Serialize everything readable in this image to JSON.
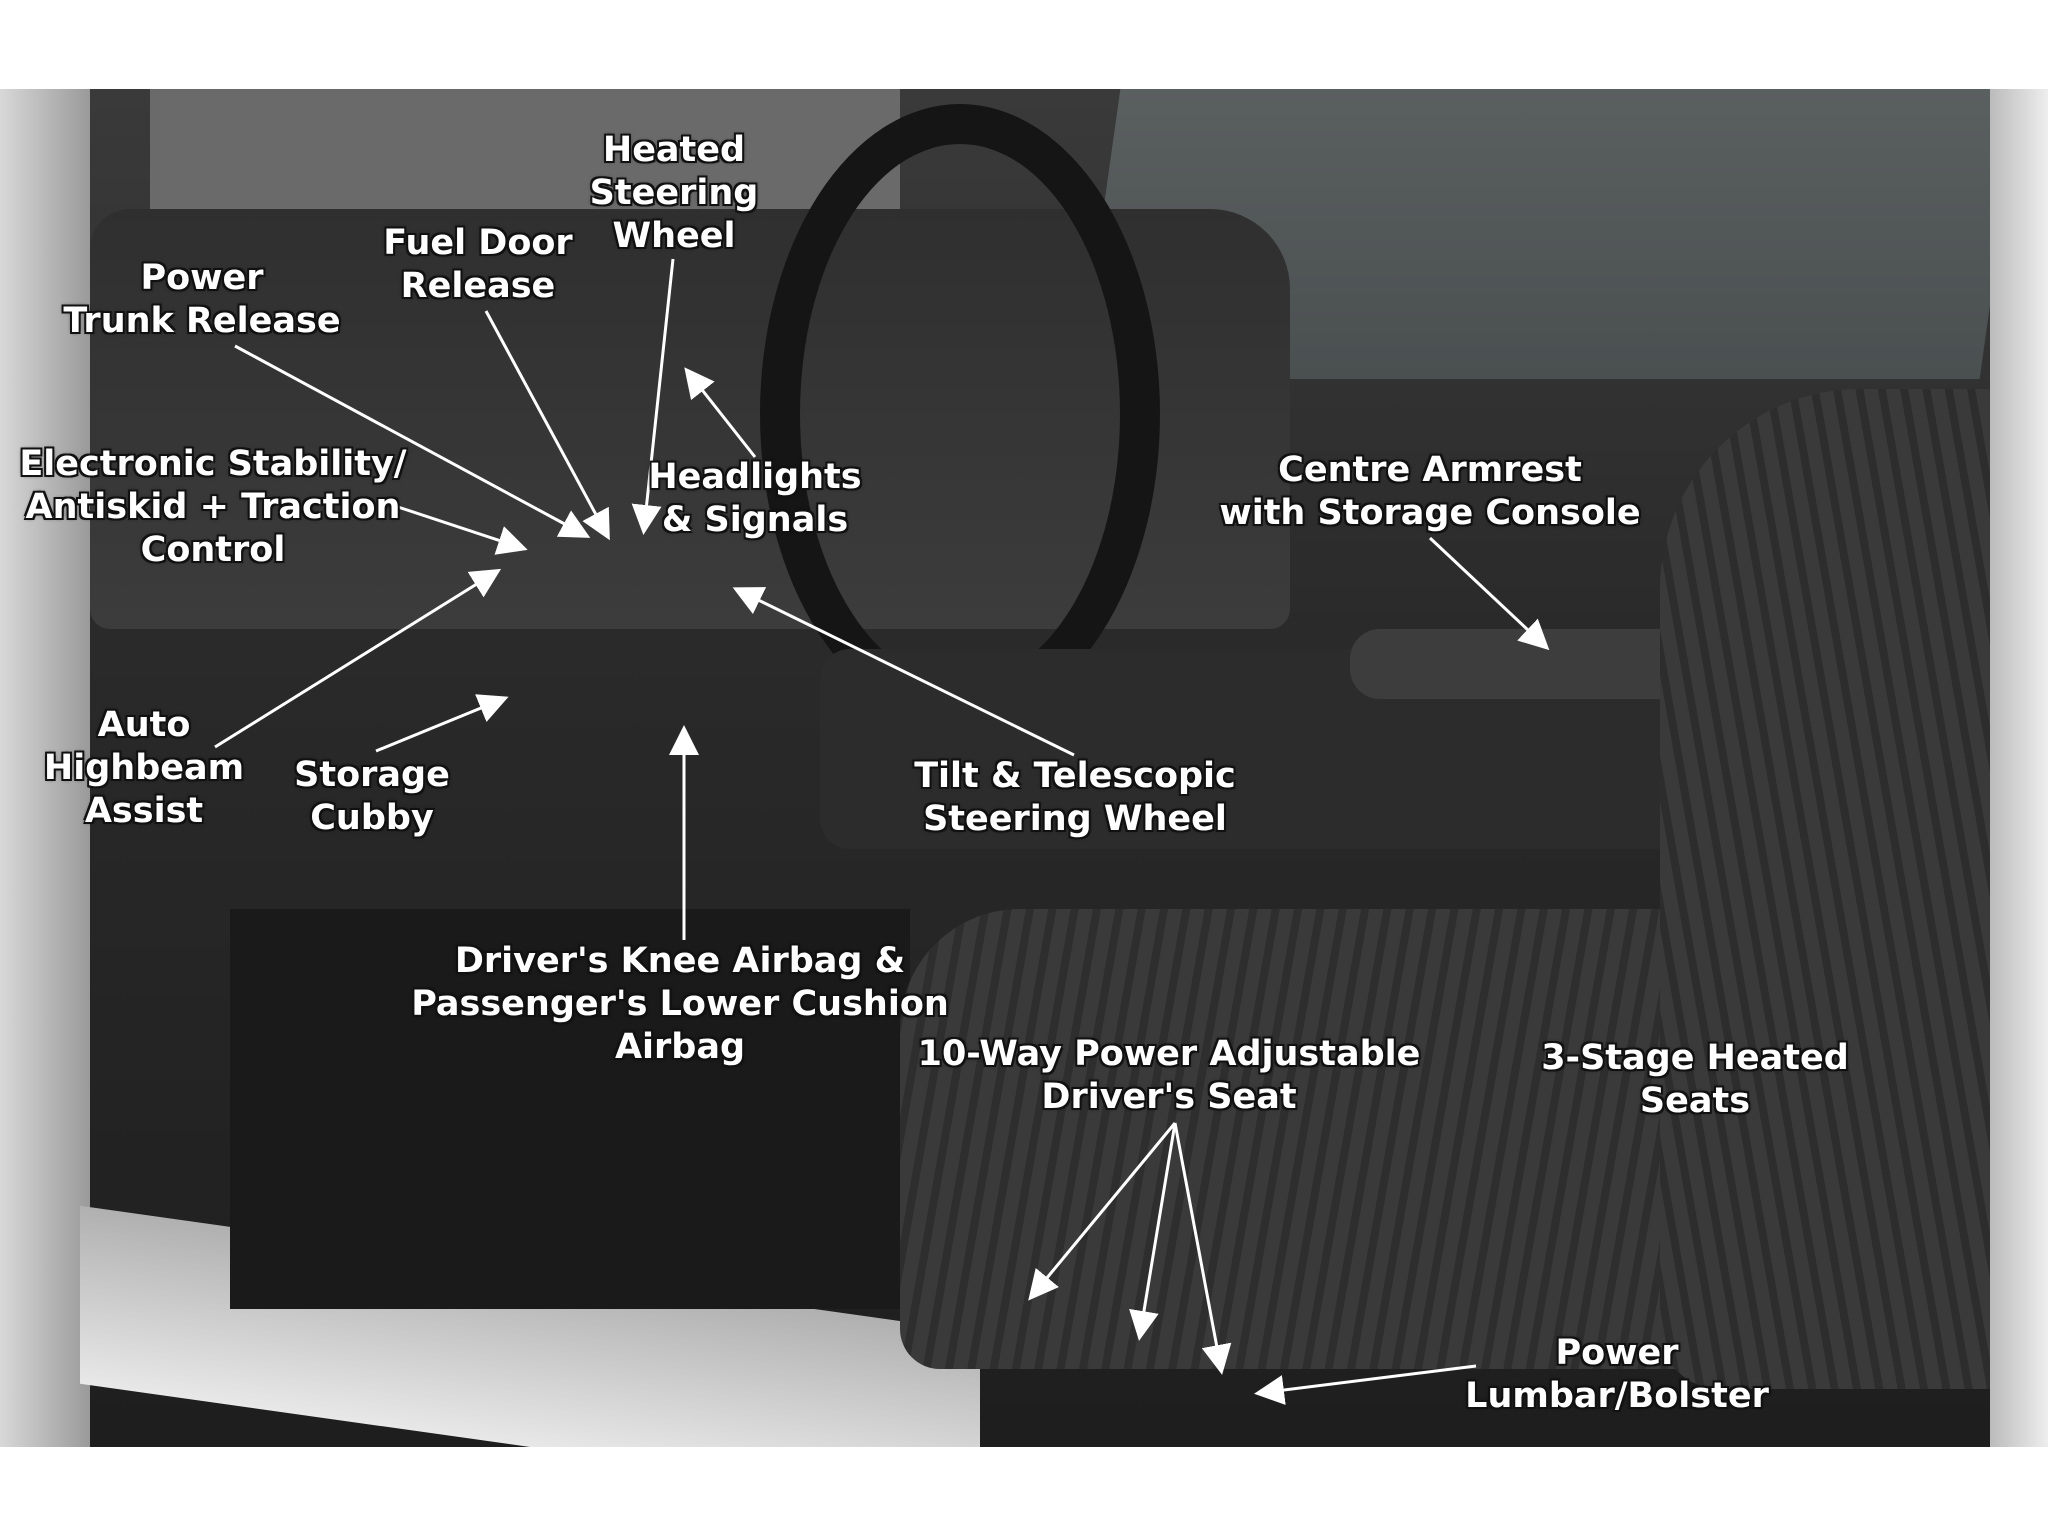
{
  "labels": {
    "heated_steering_wheel": [
      "Heated",
      "Steering",
      "Wheel"
    ],
    "fuel_door_release": [
      "Fuel Door",
      "Release"
    ],
    "power_trunk_release": [
      "Power",
      "Trunk Release"
    ],
    "electronic_stability": [
      "Electronic Stability/",
      "Antiskid + Traction",
      "Control"
    ],
    "headlights_signals": [
      "Headlights",
      "& Signals"
    ],
    "centre_armrest": [
      "Centre Armrest",
      "with Storage Console"
    ],
    "auto_highbeam": [
      "Auto",
      "Highbeam",
      "Assist"
    ],
    "storage_cubby": [
      "Storage",
      "Cubby"
    ],
    "tilt_telescopic": [
      "Tilt & Telescopic",
      "Steering Wheel"
    ],
    "knee_airbag": [
      "Driver's Knee Airbag &",
      "Passenger's Lower Cushion",
      "Airbag"
    ],
    "power_seat": [
      "10-Way Power Adjustable",
      "Driver's Seat"
    ],
    "heated_seats": [
      "3-Stage Heated",
      "Seats"
    ],
    "power_lumbar": [
      "Power",
      "Lumbar/Bolster"
    ]
  },
  "colors": {
    "label_text": "#ffffff",
    "label_outline": "#111111",
    "arrow": "#ffffff"
  }
}
